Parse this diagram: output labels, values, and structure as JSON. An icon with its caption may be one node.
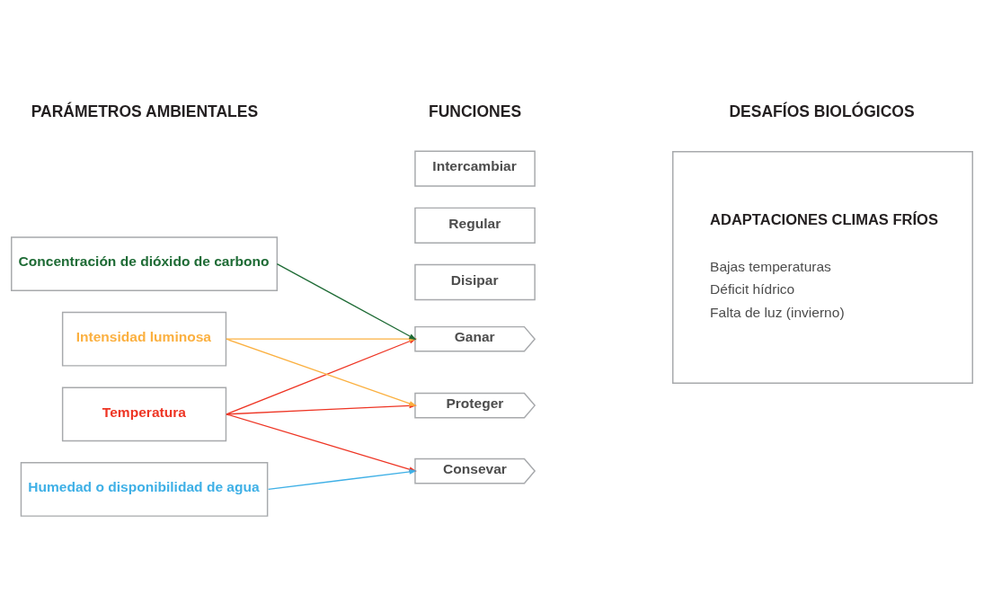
{
  "diagram": {
    "nodes": [
      {
        "text": [
          "Temperatura"
        ]
      },
      {
        "text": [
          "Humedad o disponibilidad de agua"
        ]
      },
      {
        "text": [
          "Intensidad luminosa"
        ]
      },
      {
        "text": [
          "Concentración de dióxido de carbono"
        ]
      },
      {
        "text": [
          "Ganar"
        ]
      },
      {
        "text": [
          "Disipar"
        ]
      },
      {
        "text": [
          "Proteger"
        ]
      },
      {
        "text": [
          "Consevar"
        ]
      },
      {
        "text": [
          "Regular"
        ]
      },
      {
        "text": [
          "Intercambiar"
        ]
      },
      {
        "text": [
          "ADAPTACIONES CLIMAS FRÍOS",
          "Bajas temperaturas",
          "Déficit hídrico",
          "Falta de luz (invierno)"
        ]
      }
    ],
    "edges": [
      {
        "from": 0,
        "to": 4,
        "arrow": "to",
        "color": "#ee3524"
      },
      {
        "from": 0,
        "to": 6,
        "arrow": "to",
        "color": "#ee3524"
      },
      {
        "from": 0,
        "to": 7,
        "arrow": "to",
        "color": "#ee3524"
      },
      {
        "from": 1,
        "to": 7,
        "arrow": "to",
        "color": "#3fb0e6"
      },
      {
        "from": 2,
        "to": 4,
        "arrow": "to",
        "color": "#fbb040"
      },
      {
        "from": 2,
        "to": 6,
        "arrow": "to",
        "color": "#fbb040"
      },
      {
        "from": 3,
        "to": 4,
        "arrow": "to",
        "color": "#1e6b35"
      }
    ],
    "labels": [
      "PARÁMETROS AMBIENTALES",
      "FUNCIONES",
      "DESAFÍOS BIOLÓGICOS"
    ]
  }
}
